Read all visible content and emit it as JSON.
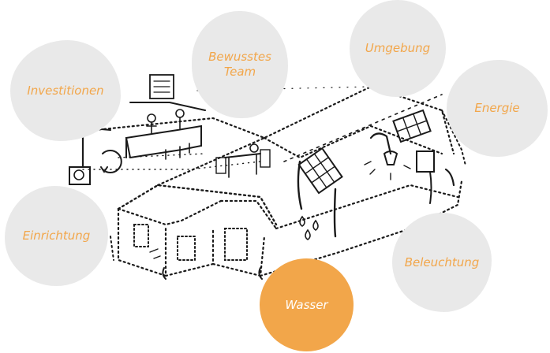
{
  "topics": {
    "investitionen": "Investitionen",
    "team": "Bewusstes\nTeam",
    "umgebung": "Umgebung",
    "energie": "Energie",
    "einrichtung": "Einrichtung",
    "beleuchtung": "Beleuchtung",
    "wasser": "Wasser"
  },
  "active_topic": "Wasser",
  "colors": {
    "accent": "#f2a64a",
    "bubble": "#e9e9e9",
    "active_text": "#ffffff"
  }
}
